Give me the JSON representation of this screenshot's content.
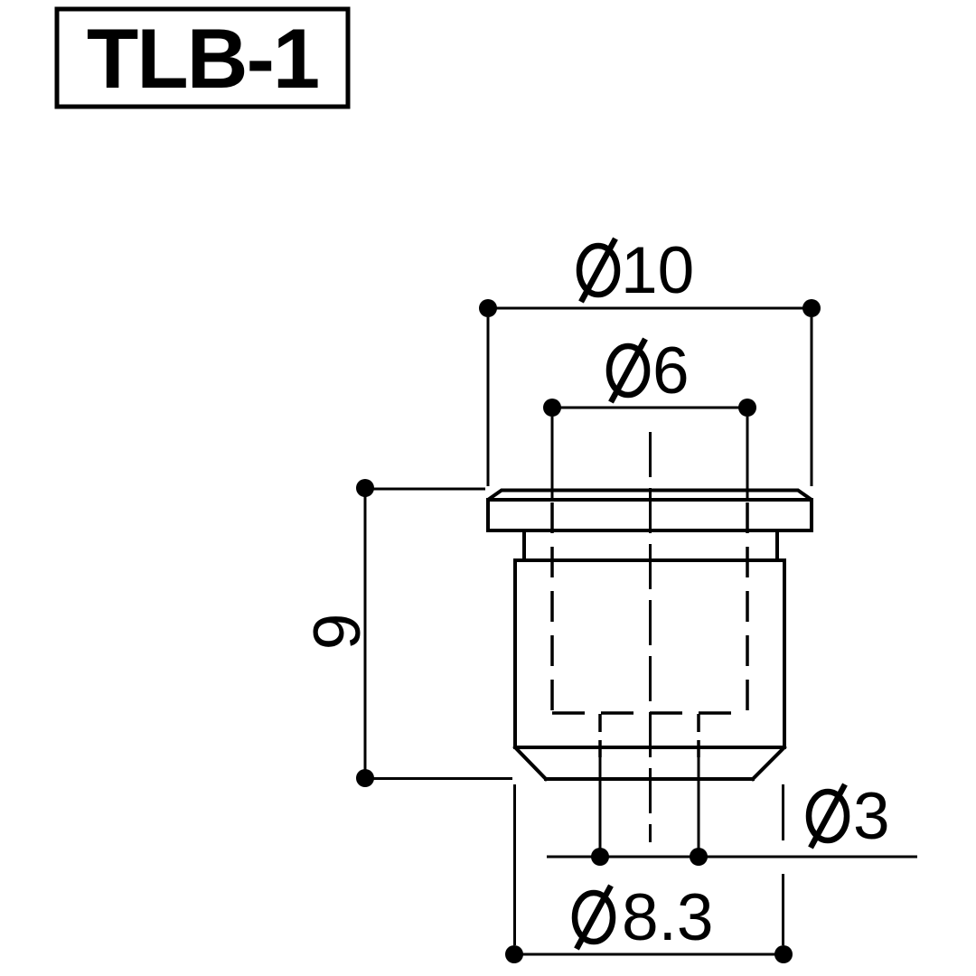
{
  "part_label": "TLB-1",
  "dimensions": {
    "flange_diameter": {
      "symbol": "φ",
      "value": "10"
    },
    "counterbore_diameter": {
      "symbol": "φ",
      "value": "6"
    },
    "overall_height": {
      "value": "9"
    },
    "string_hole_diameter": {
      "symbol": "φ",
      "value": "3"
    },
    "body_diameter": {
      "symbol": "φ",
      "value": "8.3"
    }
  },
  "colors": {
    "ink": "#000000",
    "background": "#ffffff"
  }
}
